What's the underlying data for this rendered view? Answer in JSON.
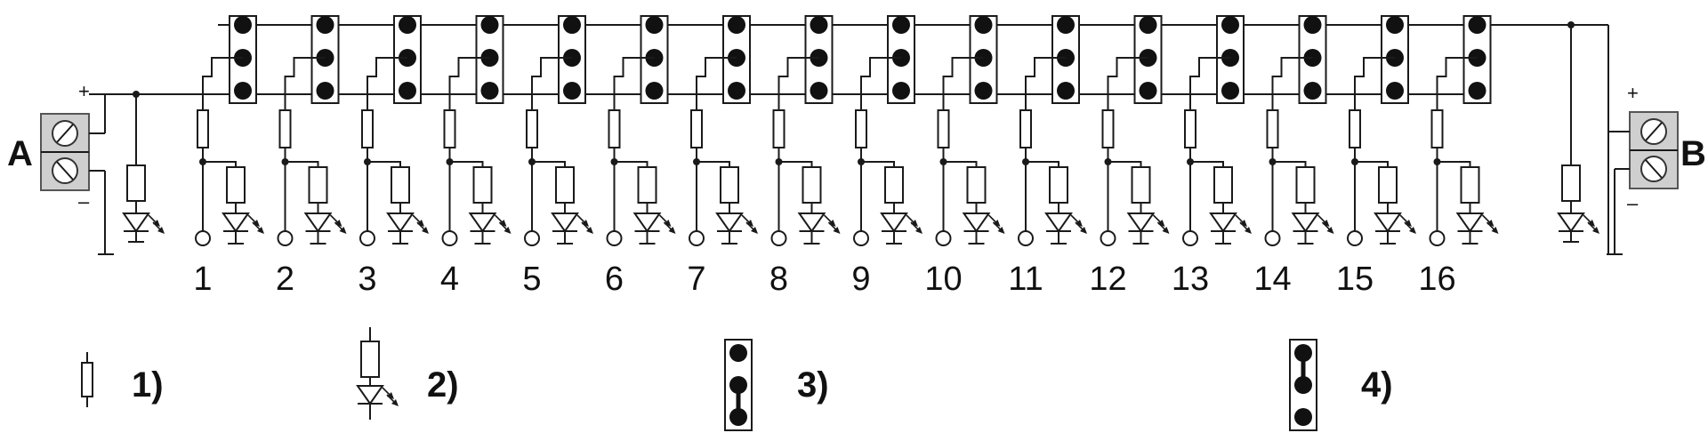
{
  "diagram": {
    "terminal_a": {
      "label": "A",
      "plus": "+",
      "minus": "–"
    },
    "terminal_b": {
      "label": "B",
      "plus": "+",
      "minus": "–"
    },
    "channels": [
      "1",
      "2",
      "3",
      "4",
      "5",
      "6",
      "7",
      "8",
      "9",
      "10",
      "11",
      "12",
      "13",
      "14",
      "15",
      "16"
    ],
    "legend": [
      {
        "symbol": "fuse",
        "label": "1)"
      },
      {
        "symbol": "led-indicator",
        "label": "2)"
      },
      {
        "symbol": "jumper-lower",
        "label": "3)"
      },
      {
        "symbol": "jumper-upper",
        "label": "4)"
      }
    ]
  }
}
